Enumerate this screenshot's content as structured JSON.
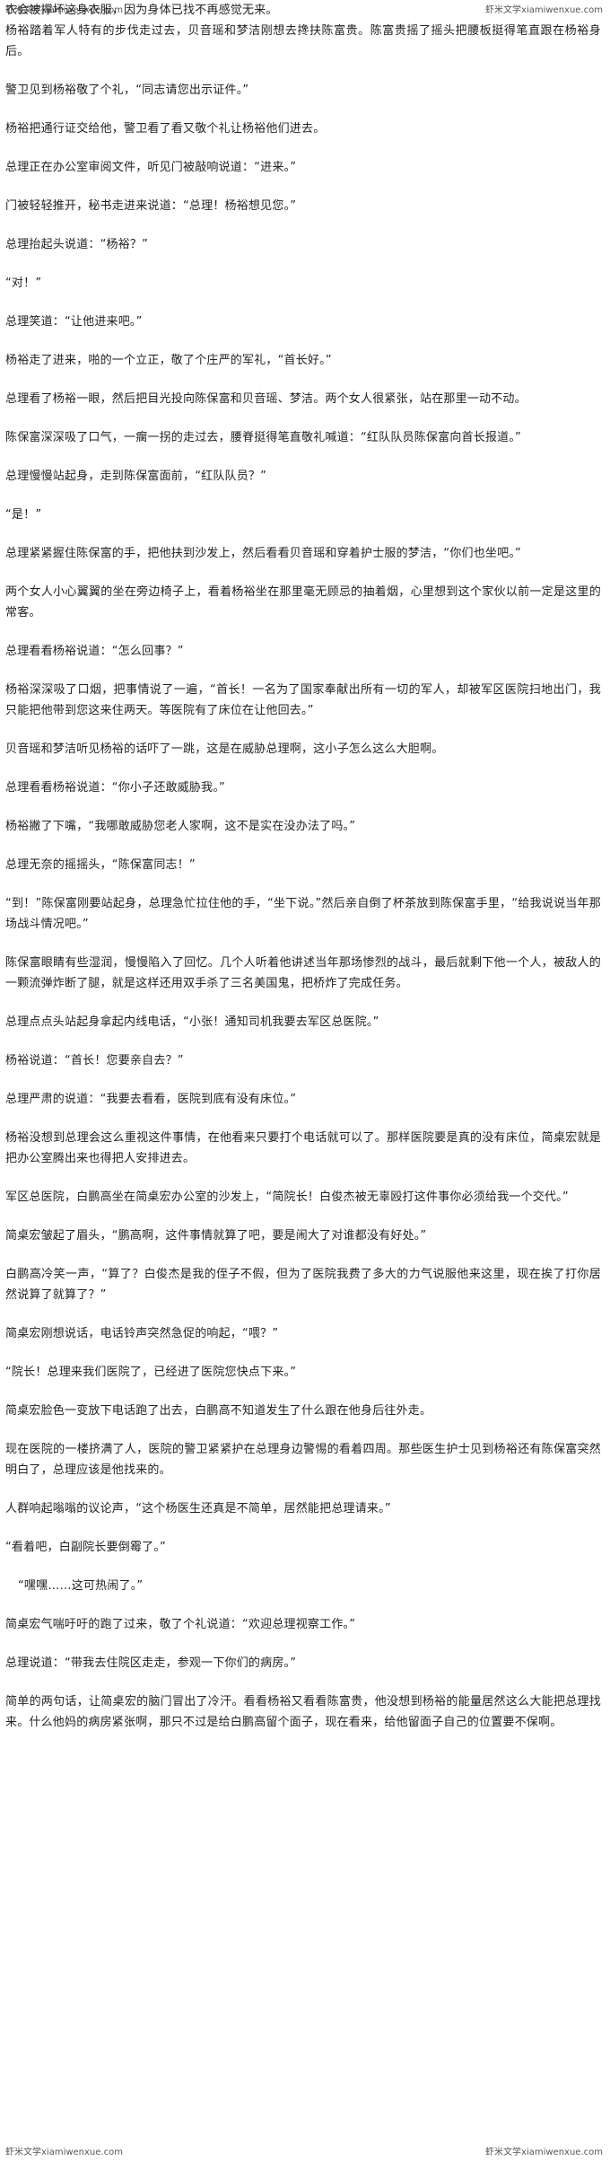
{
  "watermarks": {
    "top_left": "虾米文学xiamiwenxue.com",
    "top_right": "虾米文学xiamiwenxue.com",
    "bottom_left": "虾米文学xiamiwenxue.com",
    "bottom_right": "虾米文学xiamiwenxue.com"
  },
  "paragraphs": [
    "              衣会被撑坏这身衣服，因为身体已找不再感觉无来。",
    "杨裕踏着军人特有的步伐走过去，贝音瑶和梦洁刚想去搀扶陈富贵。陈富贵摇了摇头把腰板挺得笔直跟在杨裕身后。",
    "警卫见到杨裕敬了个礼，“同志请您出示证件。”",
    "杨裕把通行证交给他，警卫看了看又敬个礼让杨裕他们进去。",
    "总理正在办公室审阅文件，听见门被敲响说道：“进来。”",
    "门被轻轻推开，秘书走进来说道：“总理！杨裕想见您。”",
    "总理抬起头说道：“杨裕？”",
    "“对！”",
    "总理笑道：“让他进来吧。”",
    "杨裕走了进来，啪的一个立正，敬了个庄严的军礼，“首长好。”",
    "总理看了杨裕一眼，然后把目光投向陈保富和贝音瑶、梦洁。两个女人很紧张，站在那里一动不动。",
    "陈保富深深吸了口气，一瘸一拐的走过去，腰脊挺得笔直敬礼喊道：“红队队员陈保富向首长报道。”",
    "总理慢慢站起身，走到陈保富面前，“红队队员？”",
    "“是！”",
    "总理紧紧握住陈保富的手，把他扶到沙发上，然后看看贝音瑶和穿着护士服的梦洁，“你们也坐吧。”",
    "两个女人小心翼翼的坐在旁边椅子上，看着杨裕坐在那里毫无顾忌的抽着烟，心里想到这个家伙以前一定是这里的常客。",
    "总理看看杨裕说道：“怎么回事？”",
    "杨裕深深吸了口烟，把事情说了一遍，“首长！一名为了国家奉献出所有一切的军人，却被军区医院扫地出门，我只能把他带到您这来住两天。等医院有了床位在让他回去。”",
    "贝音瑶和梦洁听见杨裕的话吓了一跳，这是在威胁总理啊，这小子怎么这么大胆啊。",
    "总理看看杨裕说道：“你小子还敢威胁我。”",
    "杨裕撇了下嘴，“我哪敢威胁您老人家啊，这不是实在没办法了吗。”",
    "总理无奈的摇摇头，“陈保富同志！”",
    "“到！”陈保富刚要站起身，总理急忙拉住他的手，“坐下说。”然后亲自倒了杯茶放到陈保富手里，“给我说说当年那场战斗情况吧。”",
    "陈保富眼睛有些湿润，慢慢陷入了回忆。几个人听着他讲述当年那场惨烈的战斗，最后就剩下他一个人，被敌人的一颗流弹炸断了腿，就是这样还用双手杀了三名美国鬼，把桥炸了完成任务。",
    "总理点点头站起身拿起内线电话，“小张！通知司机我要去军区总医院。”",
    "杨裕说道：“首长！您要亲自去？”",
    "总理严肃的说道：“我要去看看，医院到底有没有床位。”",
    "杨裕没想到总理会这么重视这件事情，在他看来只要打个电话就可以了。那样医院要是真的没有床位，简桌宏就是把办公室腾出来也得把人安排进去。",
    "军区总医院，白鹏高坐在简桌宏办公室的沙发上，“简院长！白俊杰被无辜殴打这件事你必须给我一个交代。”",
    "简桌宏皱起了眉头，“鹏高啊，这件事情就算了吧，要是闹大了对谁都没有好处。”",
    "白鹏高冷笑一声，“算了？白俊杰是我的侄子不假，但为了医院我费了多大的力气说服他来这里，现在挨了打你居然说算了就算了？”",
    "简桌宏刚想说话，电话铃声突然急促的响起，“喂？”",
    "“院长！总理来我们医院了，已经进了医院您快点下来。”",
    "简桌宏脸色一变放下电话跑了出去，白鹏高不知道发生了什么跟在他身后往外走。",
    "现在医院的一楼挤满了人，医院的警卫紧紧护在总理身边警惕的看着四周。那些医生护士见到杨裕还有陈保富突然明白了，总理应该是他找来的。",
    "人群响起嗡嗡的议论声，“这个杨医生还真是不简单，居然能把总理请来。”",
    "“看着吧，白副院长要倒霉了。”",
    "  “嘿嘿……这可热闹了。”",
    "简桌宏气喘吁吁的跑了过来，敬了个礼说道：“欢迎总理视察工作。”",
    "总理说道：“带我去住院区走走，参观一下你们的病房。”",
    "简单的两句话，让简桌宏的脑门冒出了冷汗。看看杨裕又看看陈富贵，他没想到杨裕的能量居然这么大能把总理找来。什么他妈的病房紧张啊，那只不过是给白鹏高留个面子，现在看来，给他留面子自己的位置要不保啊。"
  ]
}
